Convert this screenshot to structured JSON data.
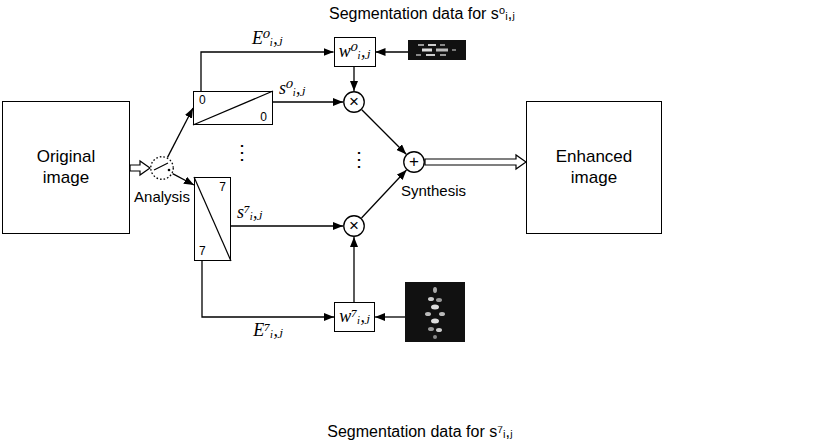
{
  "diagram": {
    "nodes": [
      {
        "text": [
          "Original image"
        ]
      },
      {
        "text": [
          "Analysis"
        ]
      },
      {
        "text": [
          "0",
          "0"
        ]
      },
      {
        "text": [
          "w⁰ᵢ,ⱼ"
        ]
      },
      {
        "text": [
          "Segmentation data for s⁰ᵢ,ⱼ"
        ]
      },
      {
        "text": [
          "×"
        ]
      },
      {
        "text": [
          "7",
          "7"
        ]
      },
      {
        "text": [
          "w⁷ᵢ,ⱼ"
        ]
      },
      {
        "text": [
          "Segmentation data for s⁷ᵢ,ⱼ"
        ]
      },
      {
        "text": [
          "×"
        ]
      },
      {
        "text": [
          "+",
          "Synthesis"
        ]
      },
      {
        "text": [
          "Enhanced image"
        ]
      }
    ],
    "edges": [
      {
        "from": 0,
        "to": 1,
        "arrow": "to"
      },
      {
        "from": 1,
        "to": 2,
        "arrow": "to"
      },
      {
        "from": 1,
        "to": 6,
        "arrow": "to"
      },
      {
        "from": 2,
        "to": 3,
        "label": "E⁰ᵢ,ⱼ",
        "arrow": "to"
      },
      {
        "from": 2,
        "to": 5,
        "label": "s⁰ᵢ,ⱼ",
        "arrow": "to"
      },
      {
        "from": 3,
        "to": 5,
        "arrow": "to"
      },
      {
        "from": 4,
        "to": 3,
        "arrow": "to"
      },
      {
        "from": 6,
        "to": 7,
        "label": "E⁷ᵢ,ⱼ",
        "arrow": "to"
      },
      {
        "from": 6,
        "to": 9,
        "label": "s⁷ᵢ,ⱼ",
        "arrow": "to"
      },
      {
        "from": 7,
        "to": 9,
        "arrow": "to"
      },
      {
        "from": 8,
        "to": 7,
        "arrow": "to"
      },
      {
        "from": 5,
        "to": 10,
        "arrow": "to"
      },
      {
        "from": 9,
        "to": 10,
        "arrow": "to"
      },
      {
        "from": 10,
        "to": 11,
        "arrow": "to"
      }
    ],
    "labels": [
      "⋮",
      "⋮"
    ]
  }
}
